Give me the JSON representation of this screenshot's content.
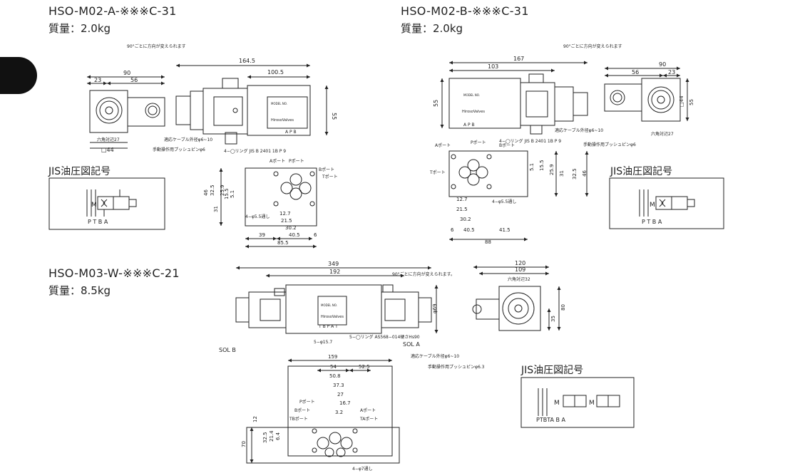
{
  "models": [
    {
      "name": "HSO-M02-A-※※※C-31",
      "mass": "質量：2.0kg"
    },
    {
      "name": "HSO-M02-B-※※※C-31",
      "mass": "質量：2.0kg"
    },
    {
      "name": "HSO-M03-W-※※※C-21",
      "mass": "質量：8.5kg"
    }
  ],
  "jis_label": "JIS油圧図記号",
  "symbol_ports": {
    "a": "P T B     A",
    "b": "P T     B         A",
    "w": "PTBTA  B            A"
  },
  "notes": {
    "rot90": "90°ごとに方向が変えられます",
    "rot90b": "90°ごとに方向が変えられます。",
    "cable": "適応ケーブル外径φ6~10",
    "manual6": "手動操作用プッシュピンφ6",
    "manual63": "手動操作用プッシュピンφ6.3",
    "hex27": "六角対辺27",
    "hex32": "六角対辺32",
    "oring_a": "4−◯リング JIS B 2401 1B P 9",
    "oring_w": "5−◯リング AS568−014硬さHs90",
    "hole55": "4−φ5.5通し",
    "hole7": "4−φ7通し",
    "hole157": "5−φ15.7",
    "sol_a": "SOL A",
    "sol_b": "SOL B",
    "a_port": "Aポート",
    "b_port": "Bポート",
    "p_port": "Pポート",
    "t_port": "Tポート",
    "ta_port": "TAポート",
    "tb_port": "TBポート",
    "model_plate": "MODEL NO.",
    "brand": "HirosoValves"
  },
  "dims_a": {
    "d1645": "164.5",
    "d1005": "100.5",
    "d90": "90",
    "d23": "23",
    "d56": "56",
    "d55": "55",
    "sq44": "□44",
    "d46": "46",
    "d325": "32.5",
    "d259": "25.9",
    "d155": "15.5",
    "d51": "5.1",
    "d31": "31",
    "d127": "12.7",
    "d215": "21.5",
    "d302": "30.2",
    "d405": "40.5",
    "d39": "39",
    "d6": "6",
    "d855": "85.5",
    "ports": "A  P  B",
    "ports2": "A  P  B"
  },
  "dims_b": {
    "d167": "167",
    "d103": "103",
    "d90": "90",
    "d56": "56",
    "d23": "23",
    "d55": "55",
    "sq44": "□44",
    "d46": "46",
    "d325": "32.5",
    "d259": "25.9",
    "d155": "15.5",
    "d51": "5.1",
    "d31": "31",
    "d127": "12.7",
    "d215": "21.5",
    "d302": "30.2",
    "d405": "40.5",
    "d415": "41.5",
    "d6": "6",
    "d88": "88",
    "ports": "A  P  B"
  },
  "dims_w": {
    "d349": "349",
    "d192": "192",
    "d120": "120",
    "d109": "109",
    "d80": "80",
    "d35": "35",
    "d69": "φ69",
    "d159": "159",
    "d54": "54",
    "d525": "52.5",
    "d508": "50.8",
    "d373": "37.3",
    "d27": "27",
    "d167": "16.7",
    "d32": "3.2",
    "d70": "70",
    "d12": "12",
    "d325": "32.5",
    "d214": "21.4",
    "d64": "6.4",
    "ports": "T  B  P  A  T"
  }
}
